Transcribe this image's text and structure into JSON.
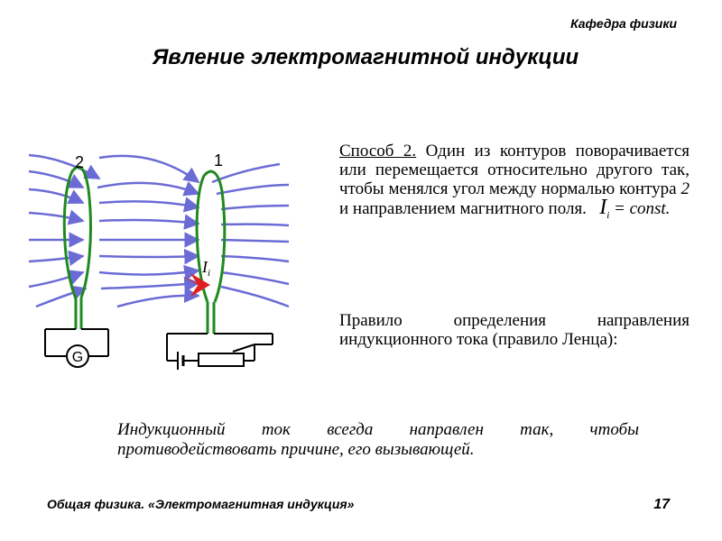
{
  "header": {
    "department": "Кафедра физики",
    "title": "Явление электромагнитной индукции"
  },
  "diagram": {
    "coil2_label": "2",
    "coil1_label": "1",
    "current_label": "I",
    "current_subscript": "i",
    "galvanometer_label": "G",
    "field_line_color": "#6b6bd6",
    "coil_color": "#1f8a1f",
    "arrow_color": "#e02020"
  },
  "method": {
    "label": "Способ 2.",
    "text": " Один из контуров поворачивается или перемещается относительно другого так, чтобы менялся угол между нормалью контура ",
    "contour_number": "2",
    "text_after": " и направлением магнитного поля.",
    "formula_symbol": "I",
    "formula_subscript": "i",
    "formula_rest": " = const."
  },
  "rule": {
    "label": "Правило",
    "text": " определения направления индукционного тока (правило Ленца):"
  },
  "lenz_statement": "Индукционный ток всегда направлен так, чтобы противодействовать причине, его вызывающей.",
  "footer": {
    "course": "Общая физика. «Электромагнитная индукция»",
    "page_number": "17"
  }
}
